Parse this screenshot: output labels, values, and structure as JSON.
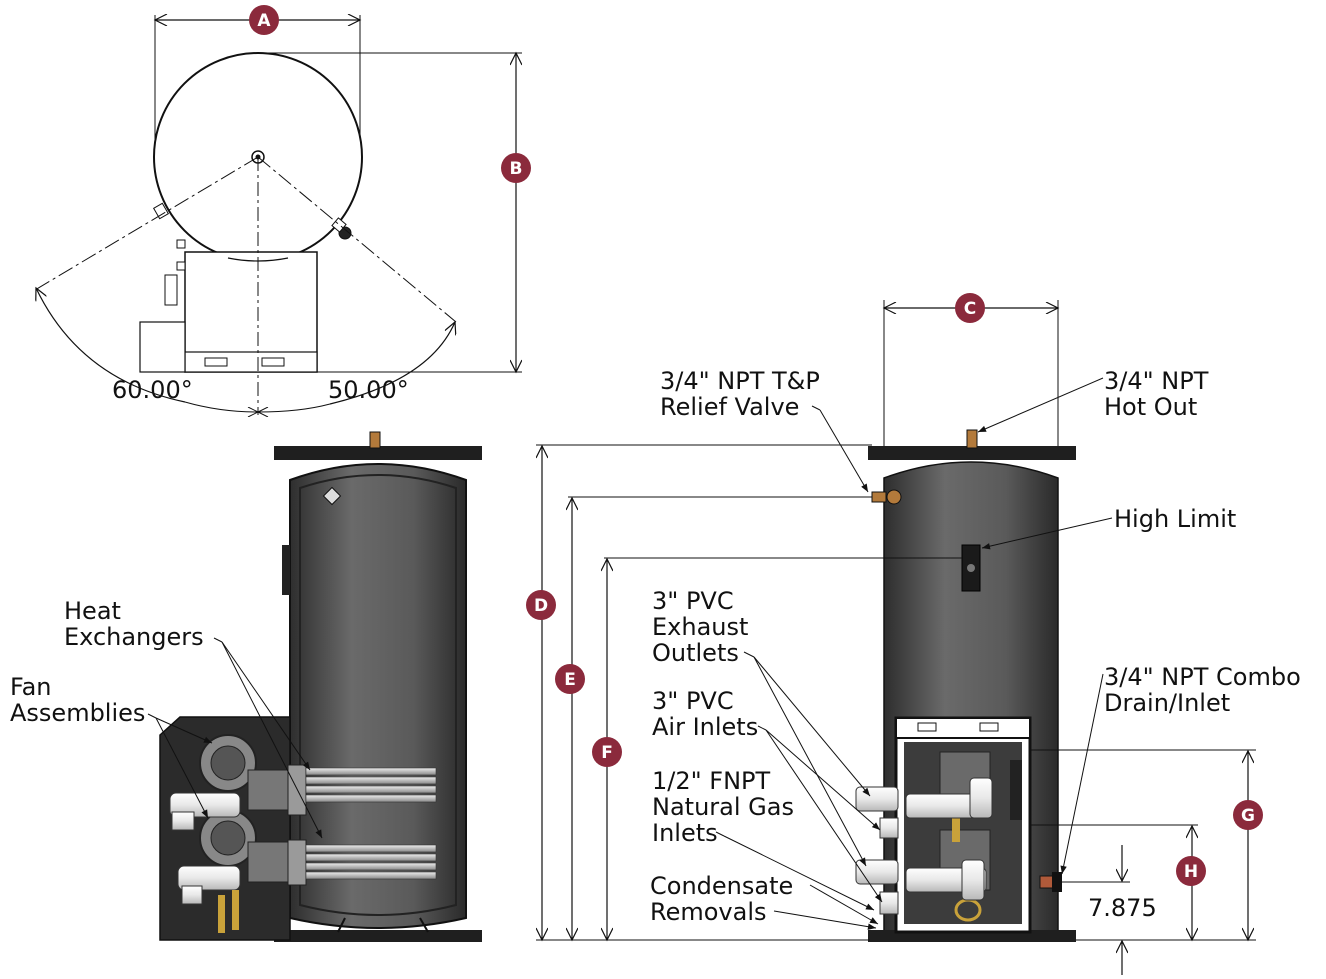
{
  "top_view": {
    "angle_left": "60.00°",
    "angle_right": "50.00°"
  },
  "badges": {
    "a": "A",
    "b": "B",
    "c": "C",
    "d": "D",
    "e": "E",
    "f": "F",
    "g": "G",
    "h": "H"
  },
  "callouts": {
    "tp_relief_l1": "3/4\" NPT T&P",
    "tp_relief_l2": "Relief Valve",
    "hot_out_l1": "3/4\" NPT",
    "hot_out_l2": "Hot Out",
    "high_limit": "High Limit",
    "exhaust_l1": "3\" PVC",
    "exhaust_l2": "Exhaust",
    "exhaust_l3": "Outlets",
    "air_l1": "3\" PVC",
    "air_l2": "Air Inlets",
    "gas_l1": "1/2\" FNPT",
    "gas_l2": "Natural Gas",
    "gas_l3": "Inlets",
    "cond_l1": "Condensate",
    "cond_l2": "Removals",
    "combo_l1": "3/4\" NPT Combo",
    "combo_l2": "Drain/Inlet",
    "dim_value": "7.875",
    "hx_l1": "Heat",
    "hx_l2": "Exchangers",
    "fan_l1": "Fan",
    "fan_l2": "Assemblies"
  },
  "colors": {
    "badge": "#8b2a3c",
    "tank": "#4a4a4a",
    "base": "#222222"
  }
}
